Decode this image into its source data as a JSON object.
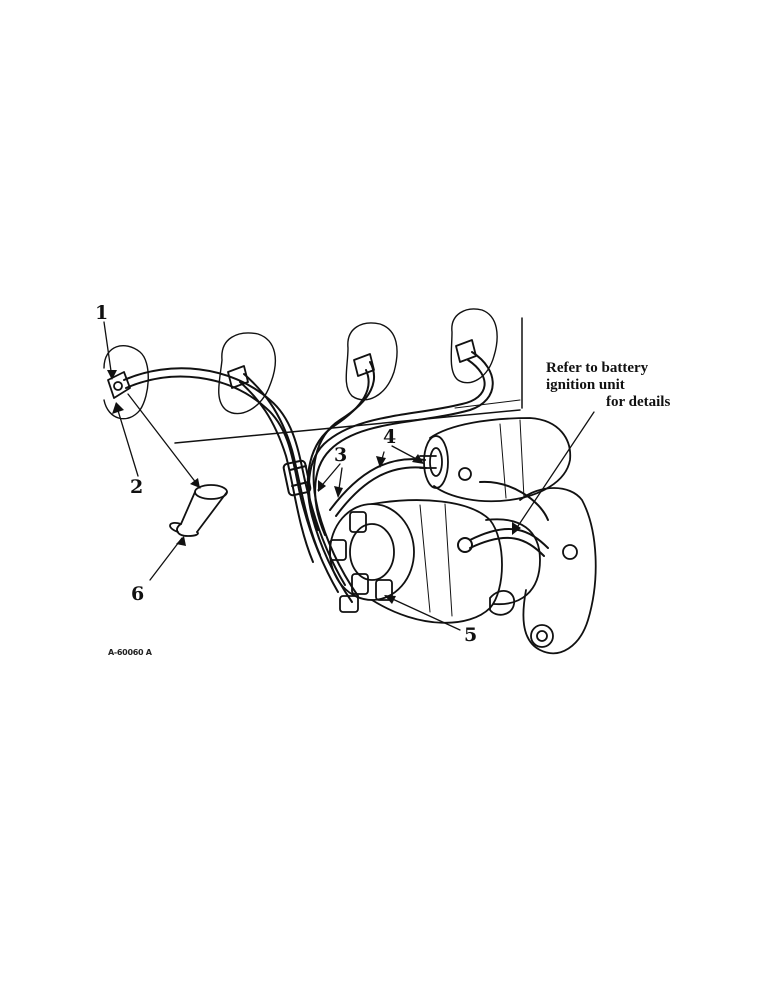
{
  "callouts": {
    "c1": "1",
    "c2": "2",
    "c3": "3",
    "c4": "4",
    "c5": "5",
    "c6": "6"
  },
  "note": {
    "line1": "Refer to battery",
    "line2": "ignition unit",
    "line3": "for details"
  },
  "figure_id": "A-60060 A",
  "colors": {
    "ink": "#111111",
    "background": "#ffffff"
  }
}
